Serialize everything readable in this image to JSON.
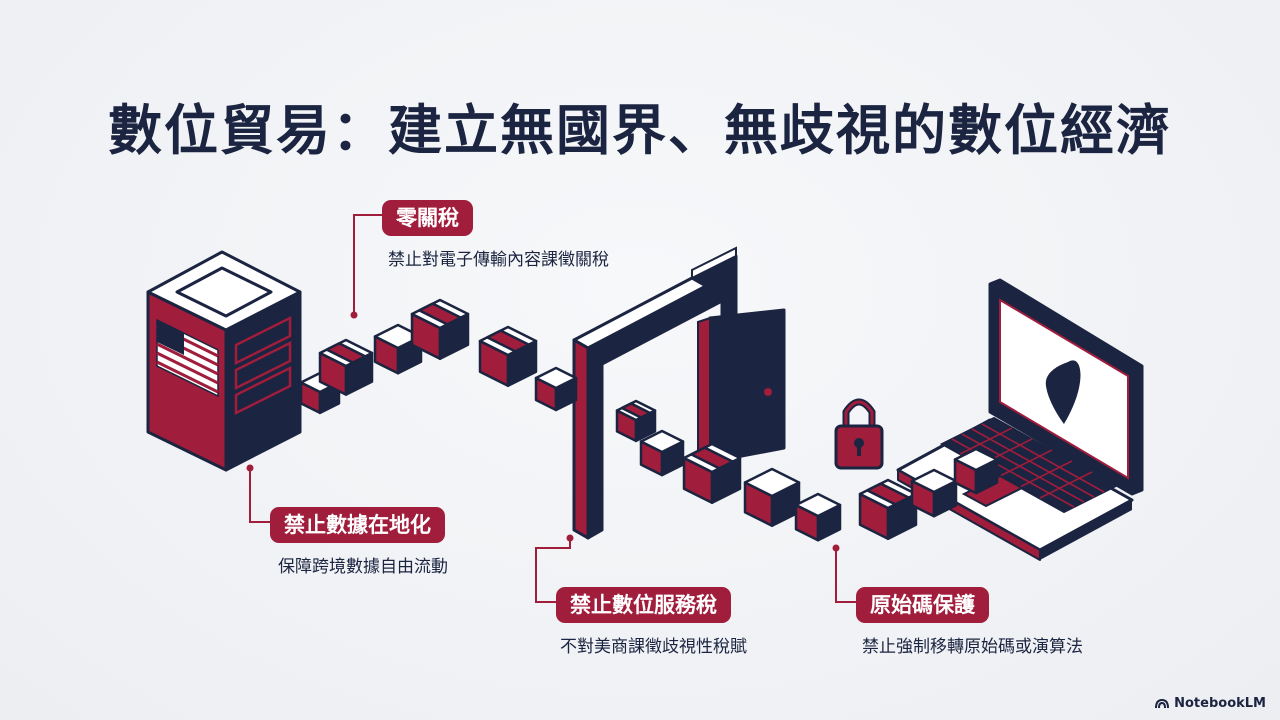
{
  "title": "數位貿易：建立無國界、無歧視的數位經濟",
  "callouts": [
    {
      "id": "zero-tariff",
      "label": "零關稅",
      "desc": "禁止對電子傳輸內容課徵關稅"
    },
    {
      "id": "data-localization",
      "label": "禁止數據在地化",
      "desc": "保障跨境數據自由流動"
    },
    {
      "id": "digital-service-tax",
      "label": "禁止數位服務稅",
      "desc": "不對美商課徵歧視性稅賦"
    },
    {
      "id": "source-code",
      "label": "原始碼保護",
      "desc": "禁止強制移轉原始碼或演算法"
    }
  ],
  "brand": "NotebookLM",
  "colors": {
    "navy": "#1b2440",
    "crimson": "#a01d3c",
    "background": "#f1f2f5"
  },
  "icons": [
    "server-icon",
    "us-flag-icon",
    "package-icon",
    "gate-icon",
    "door-icon",
    "padlock-icon",
    "laptop-icon",
    "taiwan-map-icon",
    "notebooklm-logo-icon"
  ]
}
